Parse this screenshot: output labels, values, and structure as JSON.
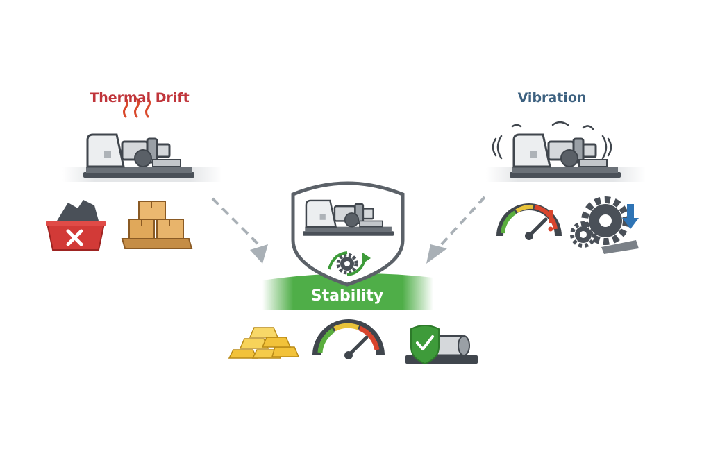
{
  "left_factor": {
    "title": "Thermal Drift",
    "title_color": "#c0353b"
  },
  "right_factor": {
    "title": "Vibration",
    "title_color": "#3d6180"
  },
  "center": {
    "label": "Stability",
    "band_color": "#4fae48"
  },
  "colors": {
    "machine_body": "#e8eaec",
    "machine_dark": "#40464d",
    "heat": "#d9482b",
    "arrow": "#a9b0b6",
    "scrap_bin": "#d23a37",
    "box": "#e0a85a",
    "gold": "#f2c23a",
    "shield": "#3e9b3a",
    "gauge_green": "#5aae3e",
    "gauge_yellow": "#e8c33a",
    "gauge_red": "#d8452d",
    "gear": "#4a5058",
    "down_arrow": "#2f74b5"
  },
  "icons": {
    "left_machine": "hot-lathe-icon",
    "left_problems": [
      "scrap-bin-icon",
      "boxed-inventory-icon"
    ],
    "right_machine": "vibrating-lathe-icon",
    "right_problems": [
      "gauge-warning-icon",
      "gears-down-icon"
    ],
    "center_machine": "shielded-lathe-icon",
    "center_benefits": [
      "gold-bars-icon",
      "performance-gauge-icon",
      "shield-check-machine-icon"
    ]
  }
}
